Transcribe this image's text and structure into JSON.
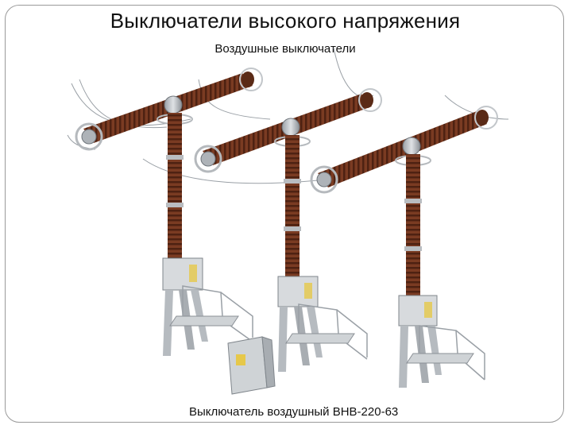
{
  "slide": {
    "title": "Выключатели высокого  напряжения",
    "subtitle": "Воздушные выключатели",
    "caption": "Выключатель воздушный ВНВ-220-63"
  },
  "illustration": {
    "subject": "air-circuit-breaker-three-phase",
    "poles": 3,
    "colors": {
      "insulator": "#7a3b22",
      "insulator_dark": "#4e2212",
      "steel": "#c9ccd0",
      "steel_dark": "#8b9096",
      "cabinet_window": "#e6c84a",
      "wire": "#9aa0a6"
    }
  }
}
